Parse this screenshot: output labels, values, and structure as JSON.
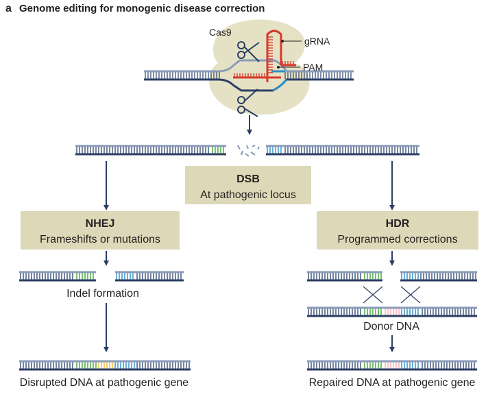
{
  "panel": {
    "letter": "a",
    "title": "Genome editing for monogenic disease correction"
  },
  "labels": {
    "cas9": "Cas9",
    "grna": "gRNA",
    "pam": "PAM"
  },
  "boxes": {
    "dsb": {
      "title": "DSB",
      "subtitle": "At pathogenic locus"
    },
    "nhej": {
      "title": "NHEJ",
      "subtitle": "Frameshifts or mutations"
    },
    "hdr": {
      "title": "HDR",
      "subtitle": "Programmed corrections"
    }
  },
  "captions": {
    "indel": "Indel formation",
    "donor": "Donor DNA",
    "disrupted": "Disrupted DNA at pathogenic gene",
    "repaired": "Repaired DNA at pathogenic gene"
  },
  "colors": {
    "strand_top": "#8a9bb8",
    "strand_bottom": "#2c3e63",
    "rung": "#3a4f75",
    "green": "#3fa535",
    "blue": "#2a8fc8",
    "yellow": "#f2b632",
    "pink": "#f4a8b0",
    "red": "#d8392b",
    "box_fill": "#ddd9b8",
    "cas9_fill": "#e4e1c4",
    "arrow": "#2c3e63"
  }
}
